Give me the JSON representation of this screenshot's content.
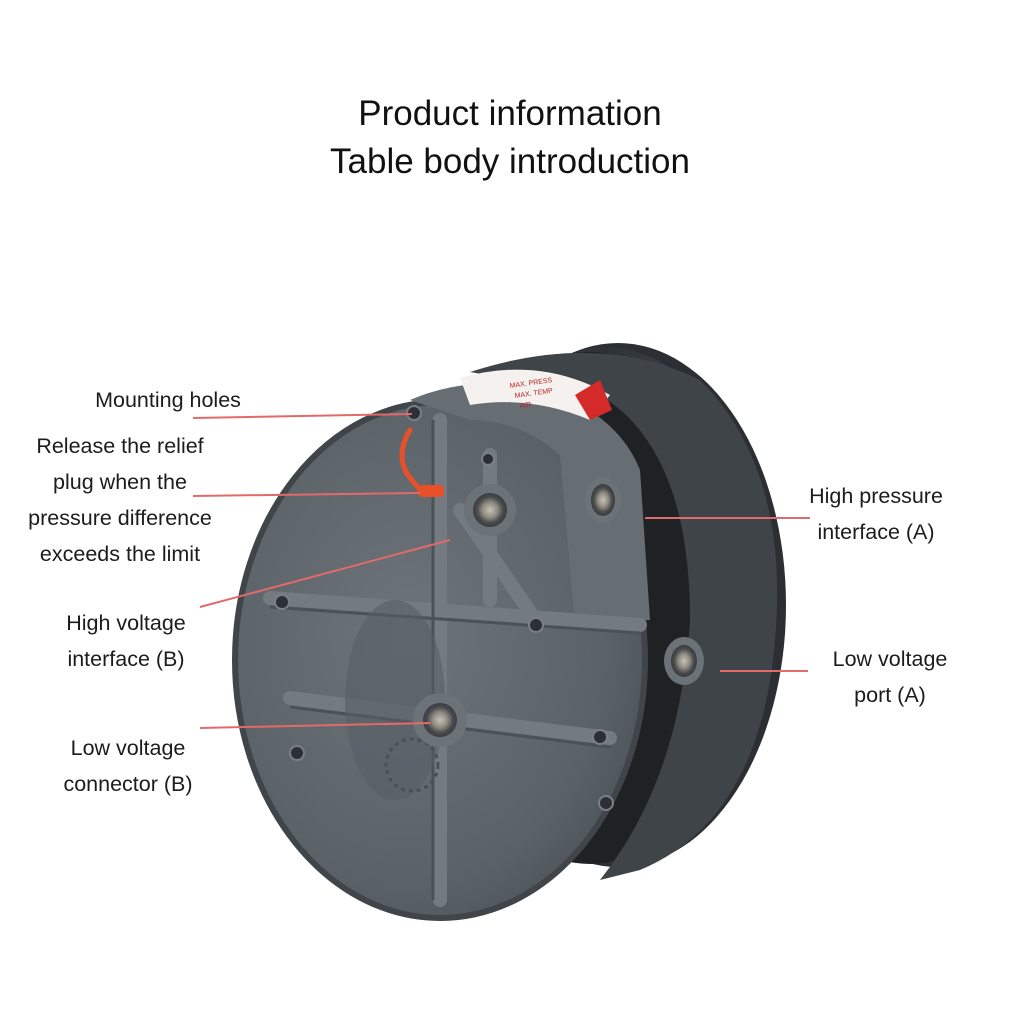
{
  "header": {
    "title_line1": "Product information",
    "title_line2": "Table body introduction"
  },
  "product": {
    "sticker_lines": [
      "MAX. PRESS",
      "MAX. TEMP",
      "AIR"
    ]
  },
  "callouts": {
    "mounting_holes": [
      "Mounting holes"
    ],
    "relief_plug": [
      "Release the relief",
      "plug when the",
      "pressure difference",
      "exceeds the limit"
    ],
    "high_voltage_b": [
      "High voltage",
      "interface (B)"
    ],
    "low_voltage_b": [
      "Low voltage",
      "connector (B)"
    ],
    "high_pressure_a": [
      "High pressure",
      "interface (A)"
    ],
    "low_voltage_a": [
      "Low voltage",
      "port (A)"
    ]
  },
  "colors": {
    "leader_line": "#e36a6a",
    "body": "#5b6268",
    "sticker_red": "#d42a2a",
    "relief_plug": "#e8502a"
  }
}
